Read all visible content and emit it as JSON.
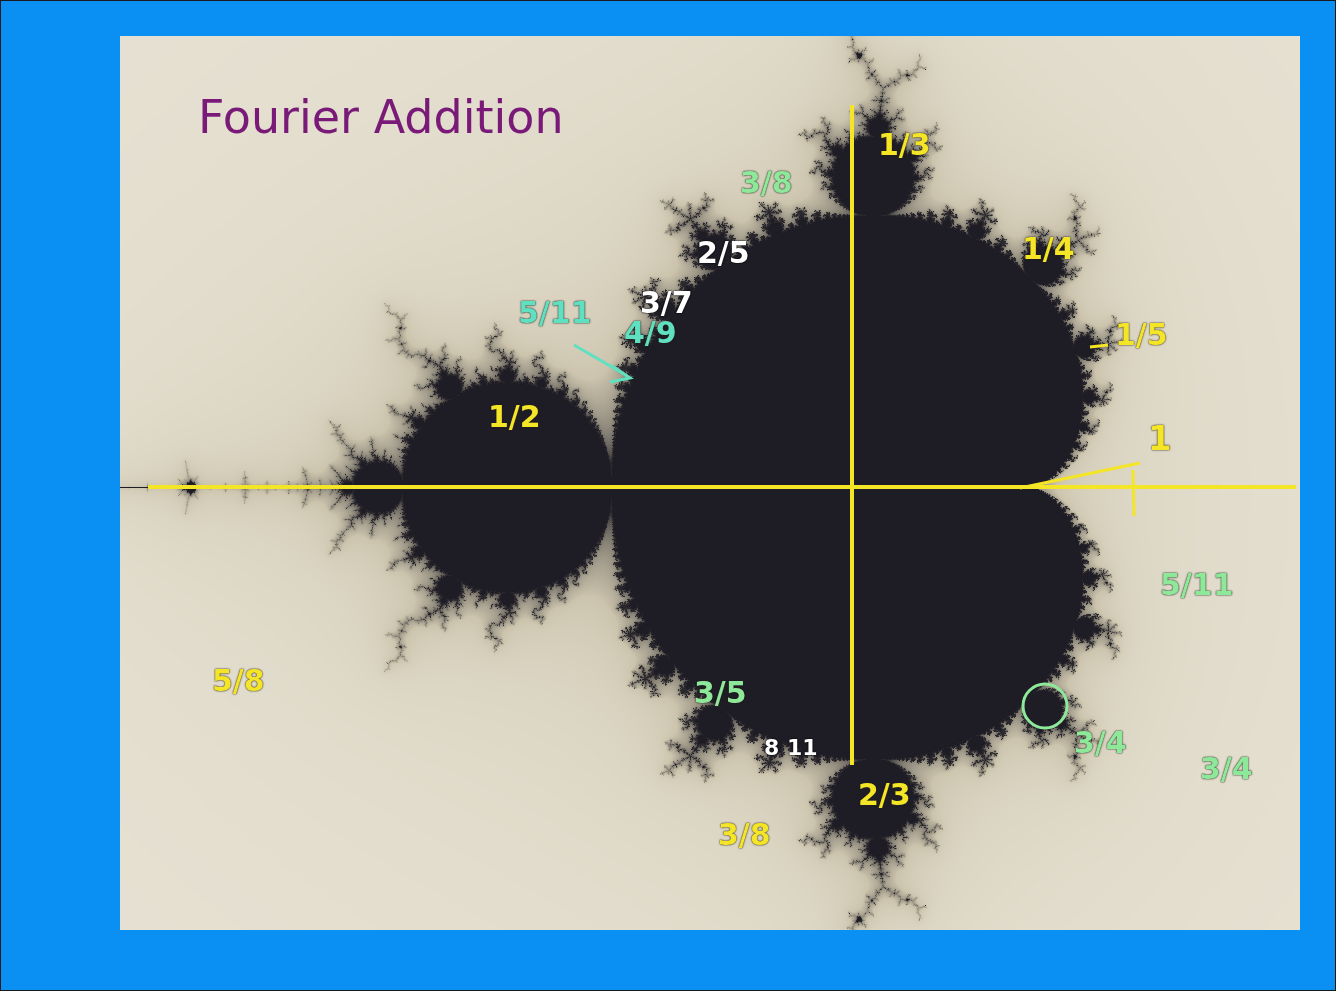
{
  "diagram": {
    "title": "Fourier Addition",
    "labels": [
      "1/3",
      "1/4",
      "1/5",
      "1",
      "1/2",
      "3/8",
      "2/5",
      "3/7",
      "5/11",
      "4/9",
      "5/11",
      "3/4",
      "3/4",
      "5/8",
      "3/5",
      "8 11",
      "2/3",
      "3/8"
    ]
  }
}
